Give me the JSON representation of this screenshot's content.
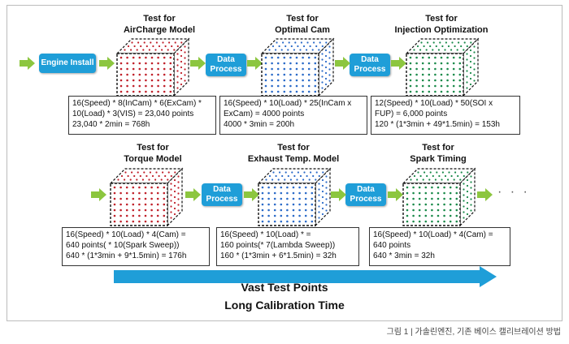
{
  "diagram": {
    "tests": [
      {
        "title1": "Test for",
        "title2": "AirCharge Model",
        "color": "#c0202a",
        "info": [
          "16(Speed) * 8(InCam) * 6(ExCam) *",
          "10(Load) * 3(VIS) = 23,040 points",
          "23,040 * 2min = 768h"
        ]
      },
      {
        "title1": "Test for",
        "title2": "Optimal Cam",
        "color": "#2a6ac8",
        "info": [
          "16(Speed) * 10(Load) * 25(InCam x",
          "ExCam) = 4000 points",
          "4000 * 3min = 200h"
        ]
      },
      {
        "title1": "Test for",
        "title2": "Injection Optimization",
        "color": "#1a8a4a",
        "info": [
          "12(Speed) * 10(Load) * 50(SOI x",
          "FUP) = 6,000 points",
          "120 * (1*3min + 49*1.5min) = 153h"
        ]
      },
      {
        "title1": "Test for",
        "title2": "Torque Model",
        "color": "#c0202a",
        "info": [
          "16(Speed) * 10(Load) * 4(Cam) =",
          "640 points( * 10(Spark Sweep))",
          "640 * (1*3min + 9*1.5min) = 176h"
        ]
      },
      {
        "title1": "Test for",
        "title2": "Exhaust Temp. Model",
        "color": "#2a6ac8",
        "info": [
          "16(Speed) * 10(Load) *  =",
          "160 points(* 7(Lambda Sweep))",
          "160 * (1*3min + 6*1.5min) = 32h"
        ]
      },
      {
        "title1": "Test for",
        "title2": "Spark Timing",
        "color": "#1a8a4a",
        "info": [
          "16(Speed) * 10(Load) * 4(Cam) =",
          "640 points",
          "640 * 3min = 32h"
        ]
      }
    ],
    "start_label": "Engine Install",
    "process_label_1": "Data",
    "process_label_2": "Process",
    "continuation": "· · ·",
    "footer_line1": "Vast Test Points",
    "footer_line2": "Long Calibration Time",
    "arrow_color": "#8cc63f",
    "big_arrow_color": "#1f9ed8"
  },
  "caption": "그림 1 | 가솔린엔진, 기존 베이스 캘리브레이션 방법"
}
